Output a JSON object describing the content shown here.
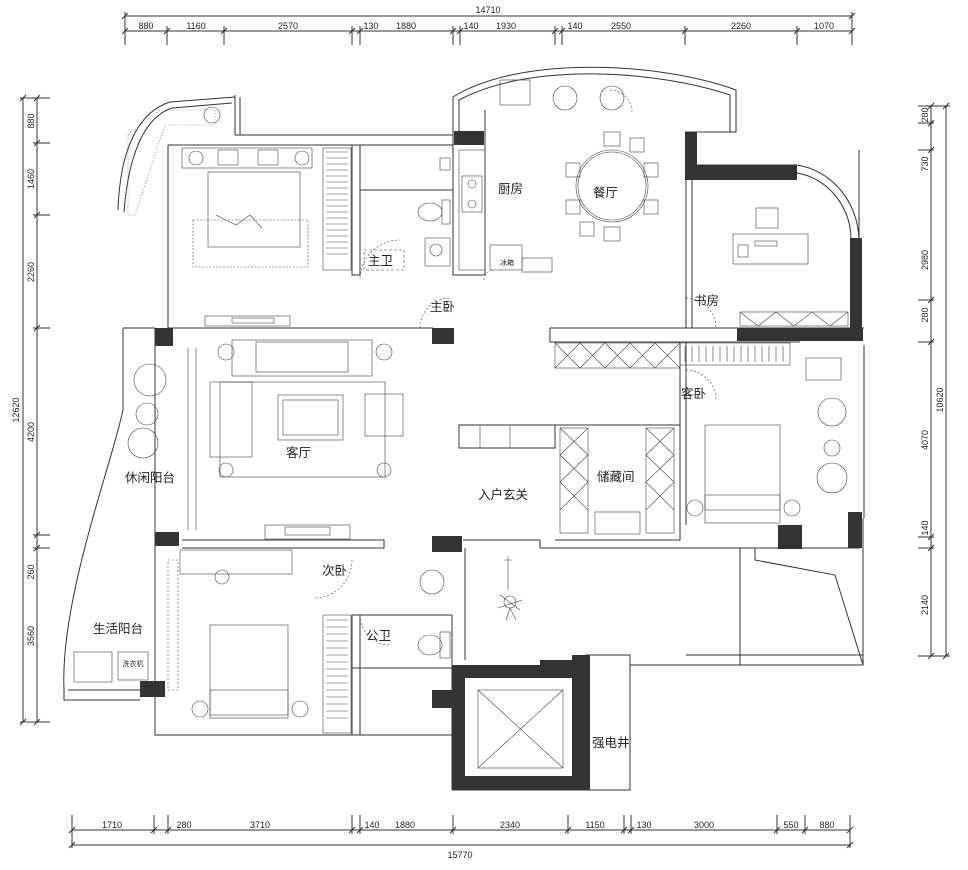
{
  "dimensions": {
    "top_total": "14710",
    "top": [
      "880",
      "1160",
      "2570",
      "130",
      "1880",
      "140",
      "1930",
      "140",
      "2550",
      "2260",
      "1070"
    ],
    "bottom_total": "15770",
    "bottom": [
      "1710",
      "280",
      "3710",
      "140",
      "1880",
      "2340",
      "1150",
      "130",
      "3000",
      "550",
      "880"
    ],
    "left_total": "12620",
    "left": [
      "880",
      "1460",
      "2260",
      "4200",
      "260",
      "3560"
    ],
    "right_total": "10620",
    "right": [
      "280",
      "730",
      "2980",
      "280",
      "4070",
      "140",
      "2140"
    ]
  },
  "rooms": {
    "kitchen": "厨房",
    "dining": "餐厅",
    "master_bath": "主卫",
    "master_bedroom": "主卧",
    "study": "书房",
    "living": "客厅",
    "guest_bedroom": "客卧",
    "leisure_balcony": "休闲阳台",
    "entrance": "入户玄关",
    "storage": "储藏间",
    "second_bedroom": "次卧",
    "public_bath": "公卫",
    "utility_balcony": "生活阳台",
    "electric_shaft": "强电井"
  },
  "appliances": {
    "fridge": "冰箱",
    "washer": "洗衣机"
  }
}
